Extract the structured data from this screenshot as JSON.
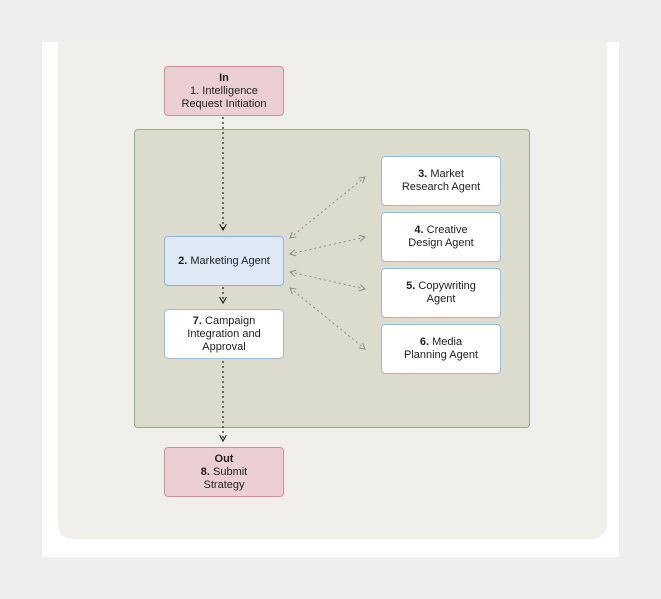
{
  "nodes": {
    "input": {
      "head": "In",
      "label": "1. Intelligence Request Initiation"
    },
    "marketing": {
      "num": "2.",
      "label": "Marketing Agent"
    },
    "market_research": {
      "num": "3.",
      "label_line1": "Market",
      "label_line2": "Research Agent"
    },
    "creative_design": {
      "num": "4.",
      "label_line1": "Creative",
      "label_line2": "Design Agent"
    },
    "copywriting": {
      "num": "5.",
      "label_line1": "Copywriting",
      "label_line2": "Agent"
    },
    "media_planning": {
      "num": "6.",
      "label_line1": "Media",
      "label_line2": "Planning Agent"
    },
    "campaign": {
      "num": "7.",
      "label_line1": "Campaign",
      "label_line2": "Integration and",
      "label_line3": "Approval"
    },
    "output": {
      "head": "Out",
      "num": "8.",
      "label_line1": "Submit",
      "label_line2": "Strategy"
    }
  },
  "colors": {
    "io_fill": "#ebcfd3",
    "io_border": "#d18f9a",
    "main_fill": "#dde9f4",
    "agent_border": "#9fbad4",
    "group_fill": "#dbdcce",
    "group_border": "#98a884",
    "edge": "#1f1f1f",
    "dotted_edge": "#8a8a8a"
  }
}
